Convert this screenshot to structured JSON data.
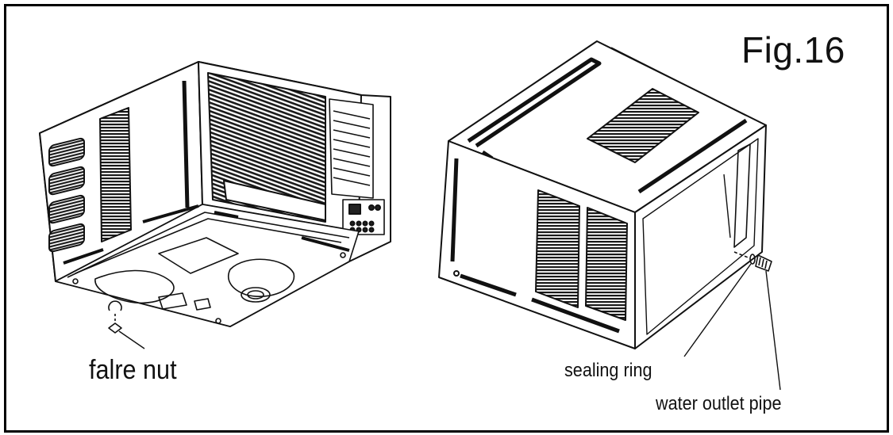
{
  "figure": {
    "label": "Fig.16"
  },
  "callouts": {
    "flare_nut": "falre nut",
    "sealing_ring": "sealing ring",
    "water_outlet_pipe": "water outlet pipe"
  },
  "colors": {
    "ink": "#111111",
    "background": "#ffffff",
    "grille": "#1a1a1a"
  }
}
